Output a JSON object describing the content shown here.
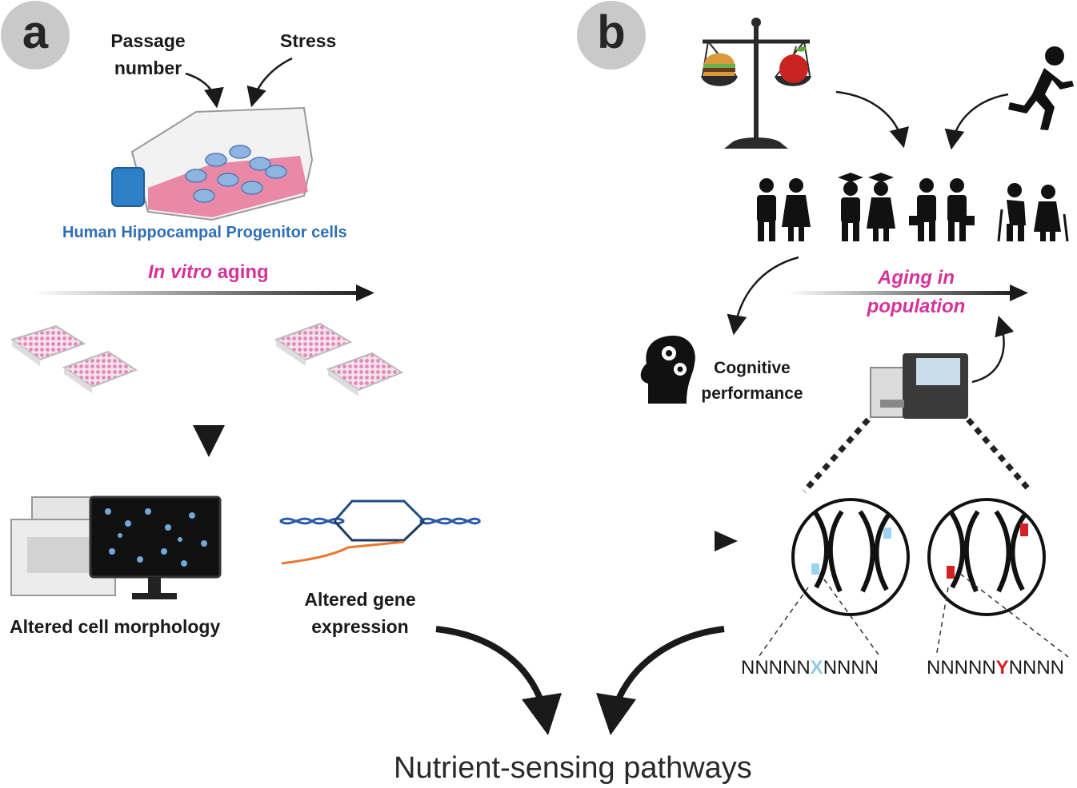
{
  "panels": {
    "a": {
      "letter": "a",
      "passage_line1": "Passage",
      "passage_line2": "number",
      "stress": "Stress",
      "cells_label": "Human Hippocampal Progenitor cells",
      "aging_italic": "In vitro",
      "aging_rest": " aging",
      "morphology_label": "Altered cell morphology",
      "gene_line1": "Altered gene",
      "gene_line2": "expression"
    },
    "b": {
      "letter": "b",
      "aging_line1": "Aging in",
      "aging_line2": "population",
      "cognitive_line1": "Cognitive",
      "cognitive_line2": "performance",
      "seq_left_pre": "NNNNN",
      "seq_left_var": "X",
      "seq_left_post": "NNNN",
      "seq_right_pre": "NNNNN",
      "seq_right_var": "Y",
      "seq_right_post": "NNNN"
    }
  },
  "outcome": "Nutrient-sensing pathways",
  "colors": {
    "panel_circle": "#c9c9c9",
    "pink_text": "#d6339a",
    "blue_text": "#2f6fb5",
    "variant_x": "#8ec9ea",
    "variant_y": "#d42222",
    "flask_medium": "#e8779a",
    "cell": "#8fb4e0"
  },
  "icons": [
    "flask-icon",
    "well-plate-icon",
    "microscope-monitor-icon",
    "dna-bubble-icon",
    "balance-scale-icon",
    "burger-icon",
    "apple-icon",
    "runner-icon",
    "people-icon",
    "head-gears-icon",
    "sequencer-icon",
    "chromosome-icon"
  ]
}
